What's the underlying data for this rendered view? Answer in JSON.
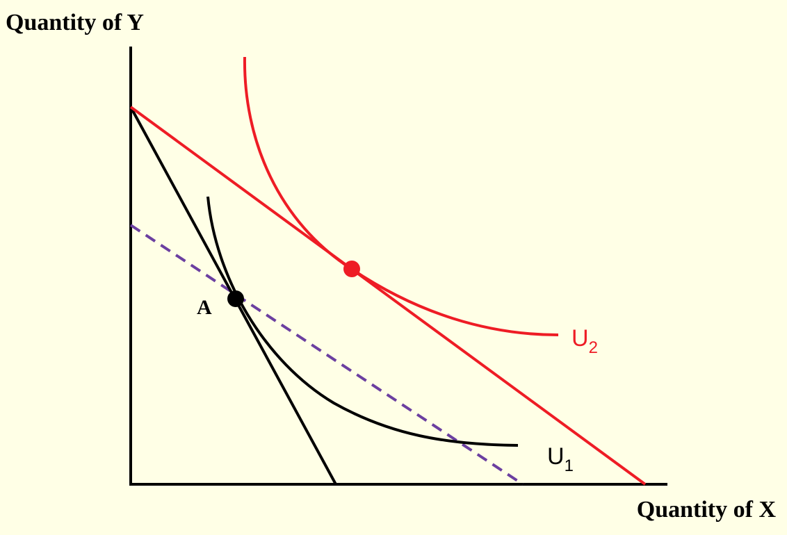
{
  "axes": {
    "y_title": "Quantity of Y",
    "x_title": "Quantity of X"
  },
  "points": {
    "a_label": "A"
  },
  "curves": {
    "u1_main": "U",
    "u1_sub": "1",
    "u2_main": "U",
    "u2_sub": "2"
  },
  "colors": {
    "background": "#FFFFE6",
    "original": "#000000",
    "new": "#EE1C25",
    "compensated": "#6B3FA0"
  }
}
